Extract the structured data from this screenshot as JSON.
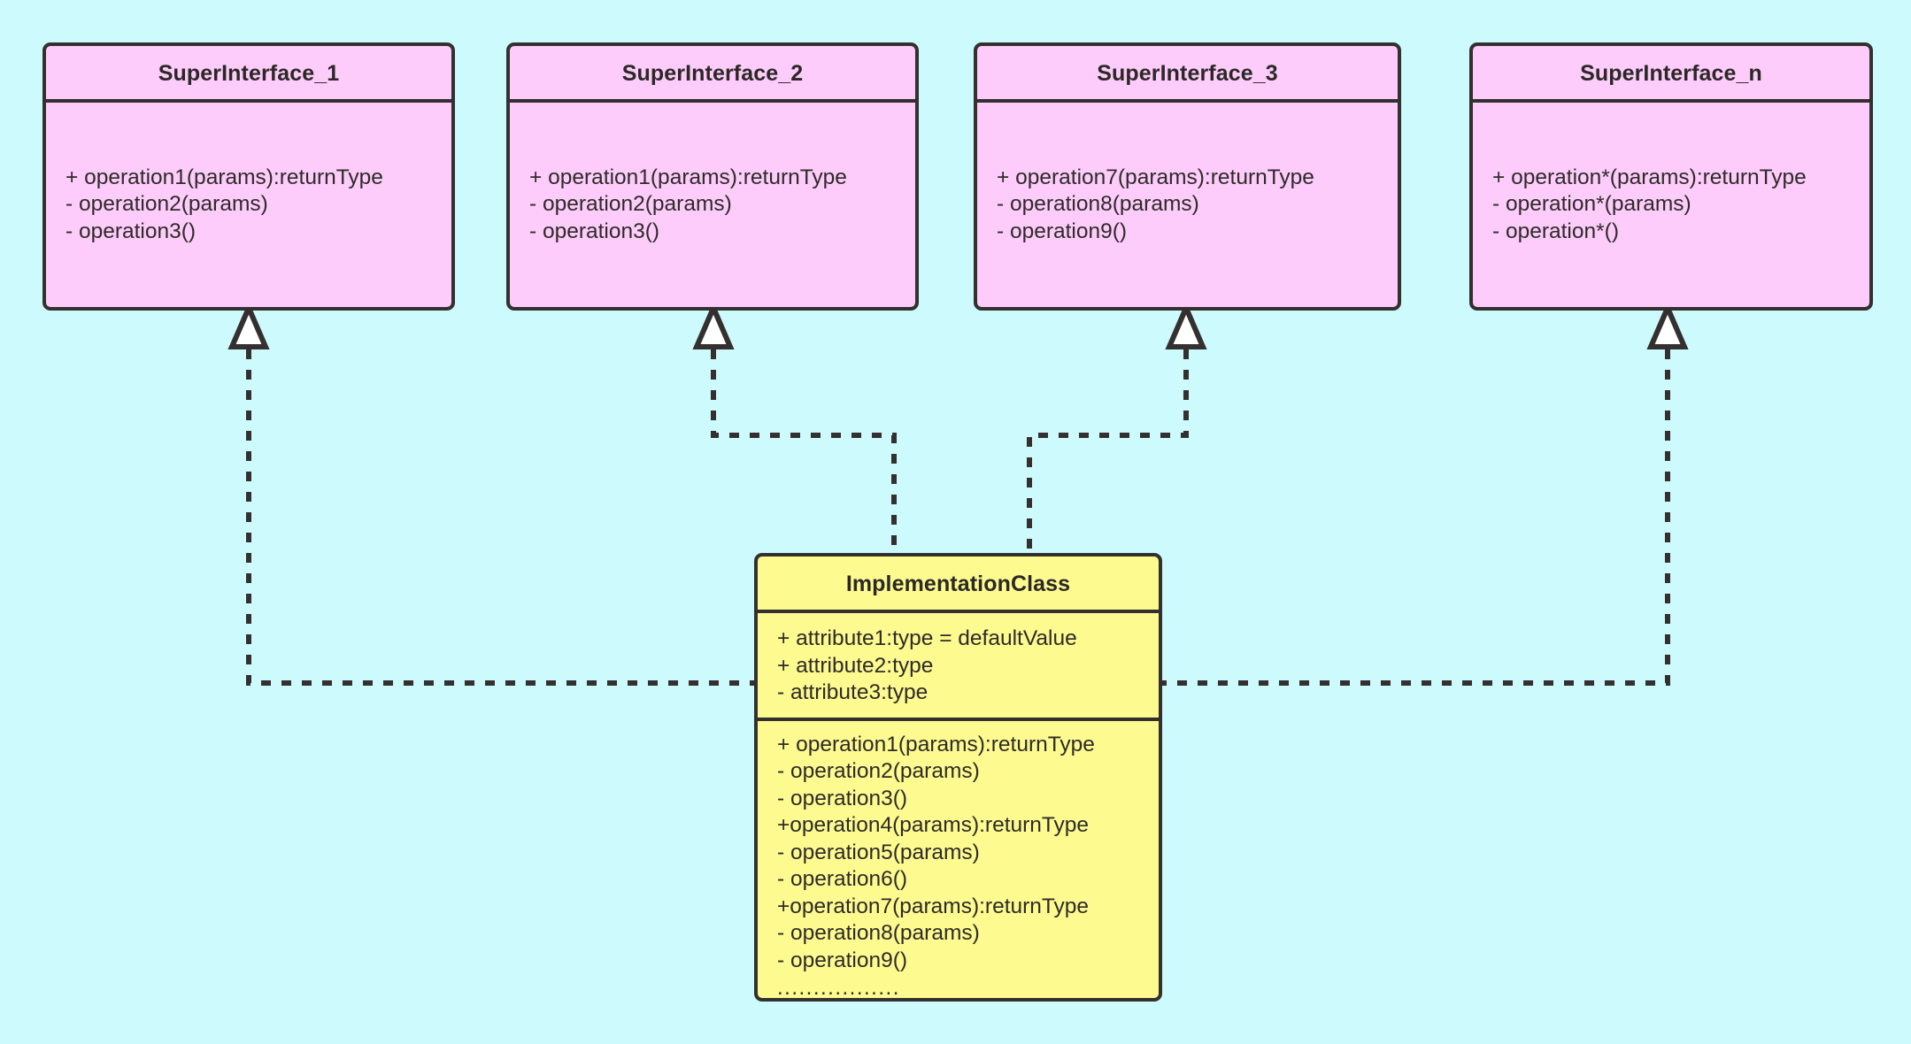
{
  "diagram": {
    "type": "uml-class-diagram",
    "title": "Interface implementation (realization) diagram",
    "background_color": "#CCFAFD",
    "interface_fill": "#FDCCFA",
    "implementation_fill": "#FDFA8F",
    "border_color": "#33302F",
    "text_color": "#2E2B29",
    "relationship": "realization",
    "relationship_style": "dashed line with hollow triangle arrowhead"
  },
  "interfaces": [
    {
      "name": "SuperInterface_1",
      "operations": [
        "+ operation1(params):returnType",
        "- operation2(params)",
        "- operation3()"
      ]
    },
    {
      "name": "SuperInterface_2",
      "operations": [
        "+ operation1(params):returnType",
        "- operation2(params)",
        "- operation3()"
      ]
    },
    {
      "name": "SuperInterface_3",
      "operations": [
        "+ operation7(params):returnType",
        "- operation8(params)",
        "- operation9()"
      ]
    },
    {
      "name": "SuperInterface_n",
      "operations": [
        "+ operation*(params):returnType",
        "- operation*(params)",
        "- operation*()"
      ]
    }
  ],
  "implementation_class": {
    "name": "ImplementationClass",
    "attributes": [
      "+ attribute1:type = defaultValue",
      "+ attribute2:type",
      "- attribute3:type"
    ],
    "operations": [
      "+ operation1(params):returnType",
      "- operation2(params)",
      "- operation3()",
      "+operation4(params):returnType",
      "- operation5(params)",
      "- operation6()",
      "+operation7(params):returnType",
      "- operation8(params)",
      "- operation9()",
      "................."
    ]
  }
}
